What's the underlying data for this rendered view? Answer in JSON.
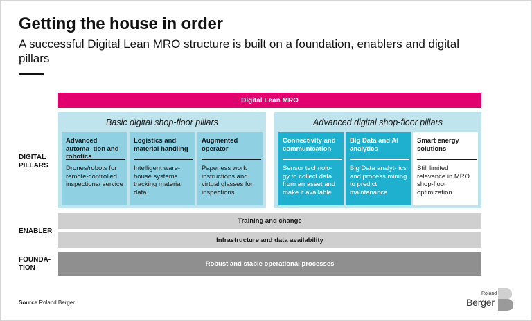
{
  "header": {
    "title": "Getting the house in order",
    "subtitle": "A successful Digital Lean MRO structure is built on a foundation, enablers and digital pillars"
  },
  "side_labels": {
    "digital_pillars": "DIGITAL PILLARS",
    "enabler": "ENABLER",
    "foundation": "FOUNDA- TION"
  },
  "banner": "Digital Lean MRO",
  "groups": {
    "basic": {
      "title": "Basic digital shop-floor pillars",
      "pillars": [
        {
          "heading": "Advanced automa- tion and robotics",
          "description": "Drones/robots for remote-controlled inspections/ service"
        },
        {
          "heading": "Logistics and material handling",
          "description": "Intelligent ware- house systems tracking material data"
        },
        {
          "heading": "Augmented operator",
          "description": "Paperless work instructions and virtual glasses for inspections"
        }
      ]
    },
    "advanced": {
      "title": "Advanced digital shop-floor pillars",
      "pillars": [
        {
          "heading": "Connectivity and communication",
          "description": "Sensor technolo- gy to collect data from an asset and make it available"
        },
        {
          "heading": "Big Data and AI analytics",
          "description": "Big Data analyt- ics and process mining to predict maintenance"
        },
        {
          "heading": "Smart energy solutions",
          "description": "Still limited relevance in MRO shop-floor optimization"
        }
      ]
    }
  },
  "enabler_bars": [
    "Training and change",
    "Infrastructure and data availability"
  ],
  "foundation_bar": "Robust and stable operational processes",
  "source": {
    "label": "Source",
    "text": "Roland Berger"
  },
  "logo": {
    "small": "Roland",
    "big": "Berger"
  },
  "colors": {
    "banner": "#e2006f",
    "group_background": "#bfe4ee",
    "basic_pillar": "#8fd0e2",
    "advanced_pillar": "#1fb0cf",
    "enabler_bar": "#cfcfcf",
    "foundation_bar": "#8f8f8f"
  }
}
